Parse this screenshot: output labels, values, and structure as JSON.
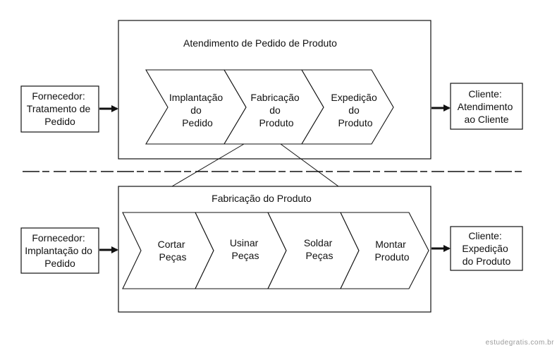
{
  "top": {
    "title": "Atendimento de Pedido de Produto",
    "supplier": [
      "Fornecedor:",
      "Tratamento de",
      "Pedido"
    ],
    "client": [
      "Cliente:",
      "Atendimento",
      "ao Cliente"
    ],
    "steps": [
      [
        "Implantação",
        "do",
        "Pedido"
      ],
      [
        "Fabricação",
        "do",
        "Produto"
      ],
      [
        "Expedição",
        "do",
        "Produto"
      ]
    ]
  },
  "bottom": {
    "title": "Fabricação do Produto",
    "supplier": [
      "Fornecedor:",
      "Implantação do",
      "Pedido"
    ],
    "client": [
      "Cliente:",
      "Expedição",
      "do Produto"
    ],
    "steps": [
      [
        "Cortar",
        "Peças"
      ],
      [
        "Usinar",
        "Peças"
      ],
      [
        "Soldar",
        "Peças"
      ],
      [
        "Montar",
        "Produto"
      ]
    ]
  },
  "watermark": "estudegratis.com.br"
}
